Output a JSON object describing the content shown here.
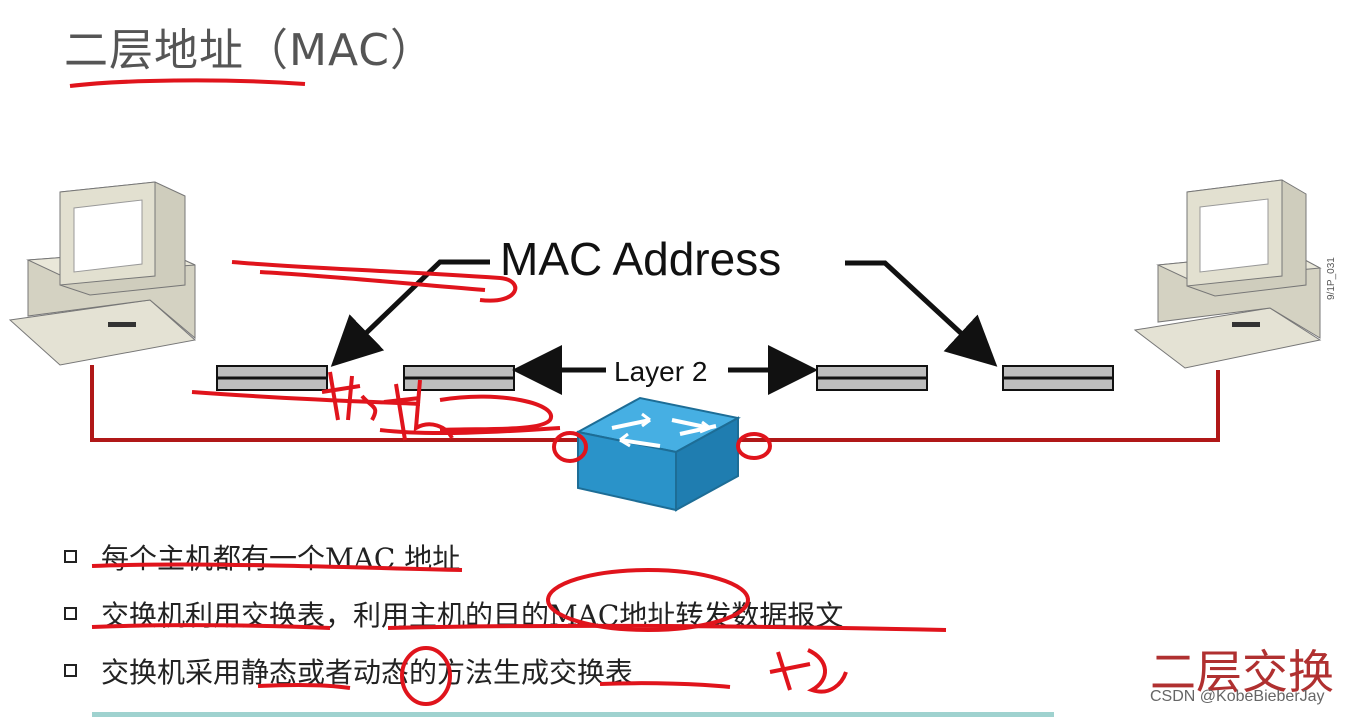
{
  "title": "二层地址（MAC）",
  "diagram": {
    "mac_label": "MAC Address",
    "layer_label": "Layer 2",
    "side_code": "9/1P_031"
  },
  "bullets": [
    "每个主机都有一个MAC 地址",
    "交换机利用交换表，利用主机的目的MAC地址转发数据报文",
    "交换机采用静态或者动态的方法生成交换表"
  ],
  "footer_title": "二层交换",
  "watermark": "CSDN @KobeBieberJay",
  "colors": {
    "link": "#b01818",
    "annotation": "#e0141c",
    "switch": "#2a93c9"
  }
}
